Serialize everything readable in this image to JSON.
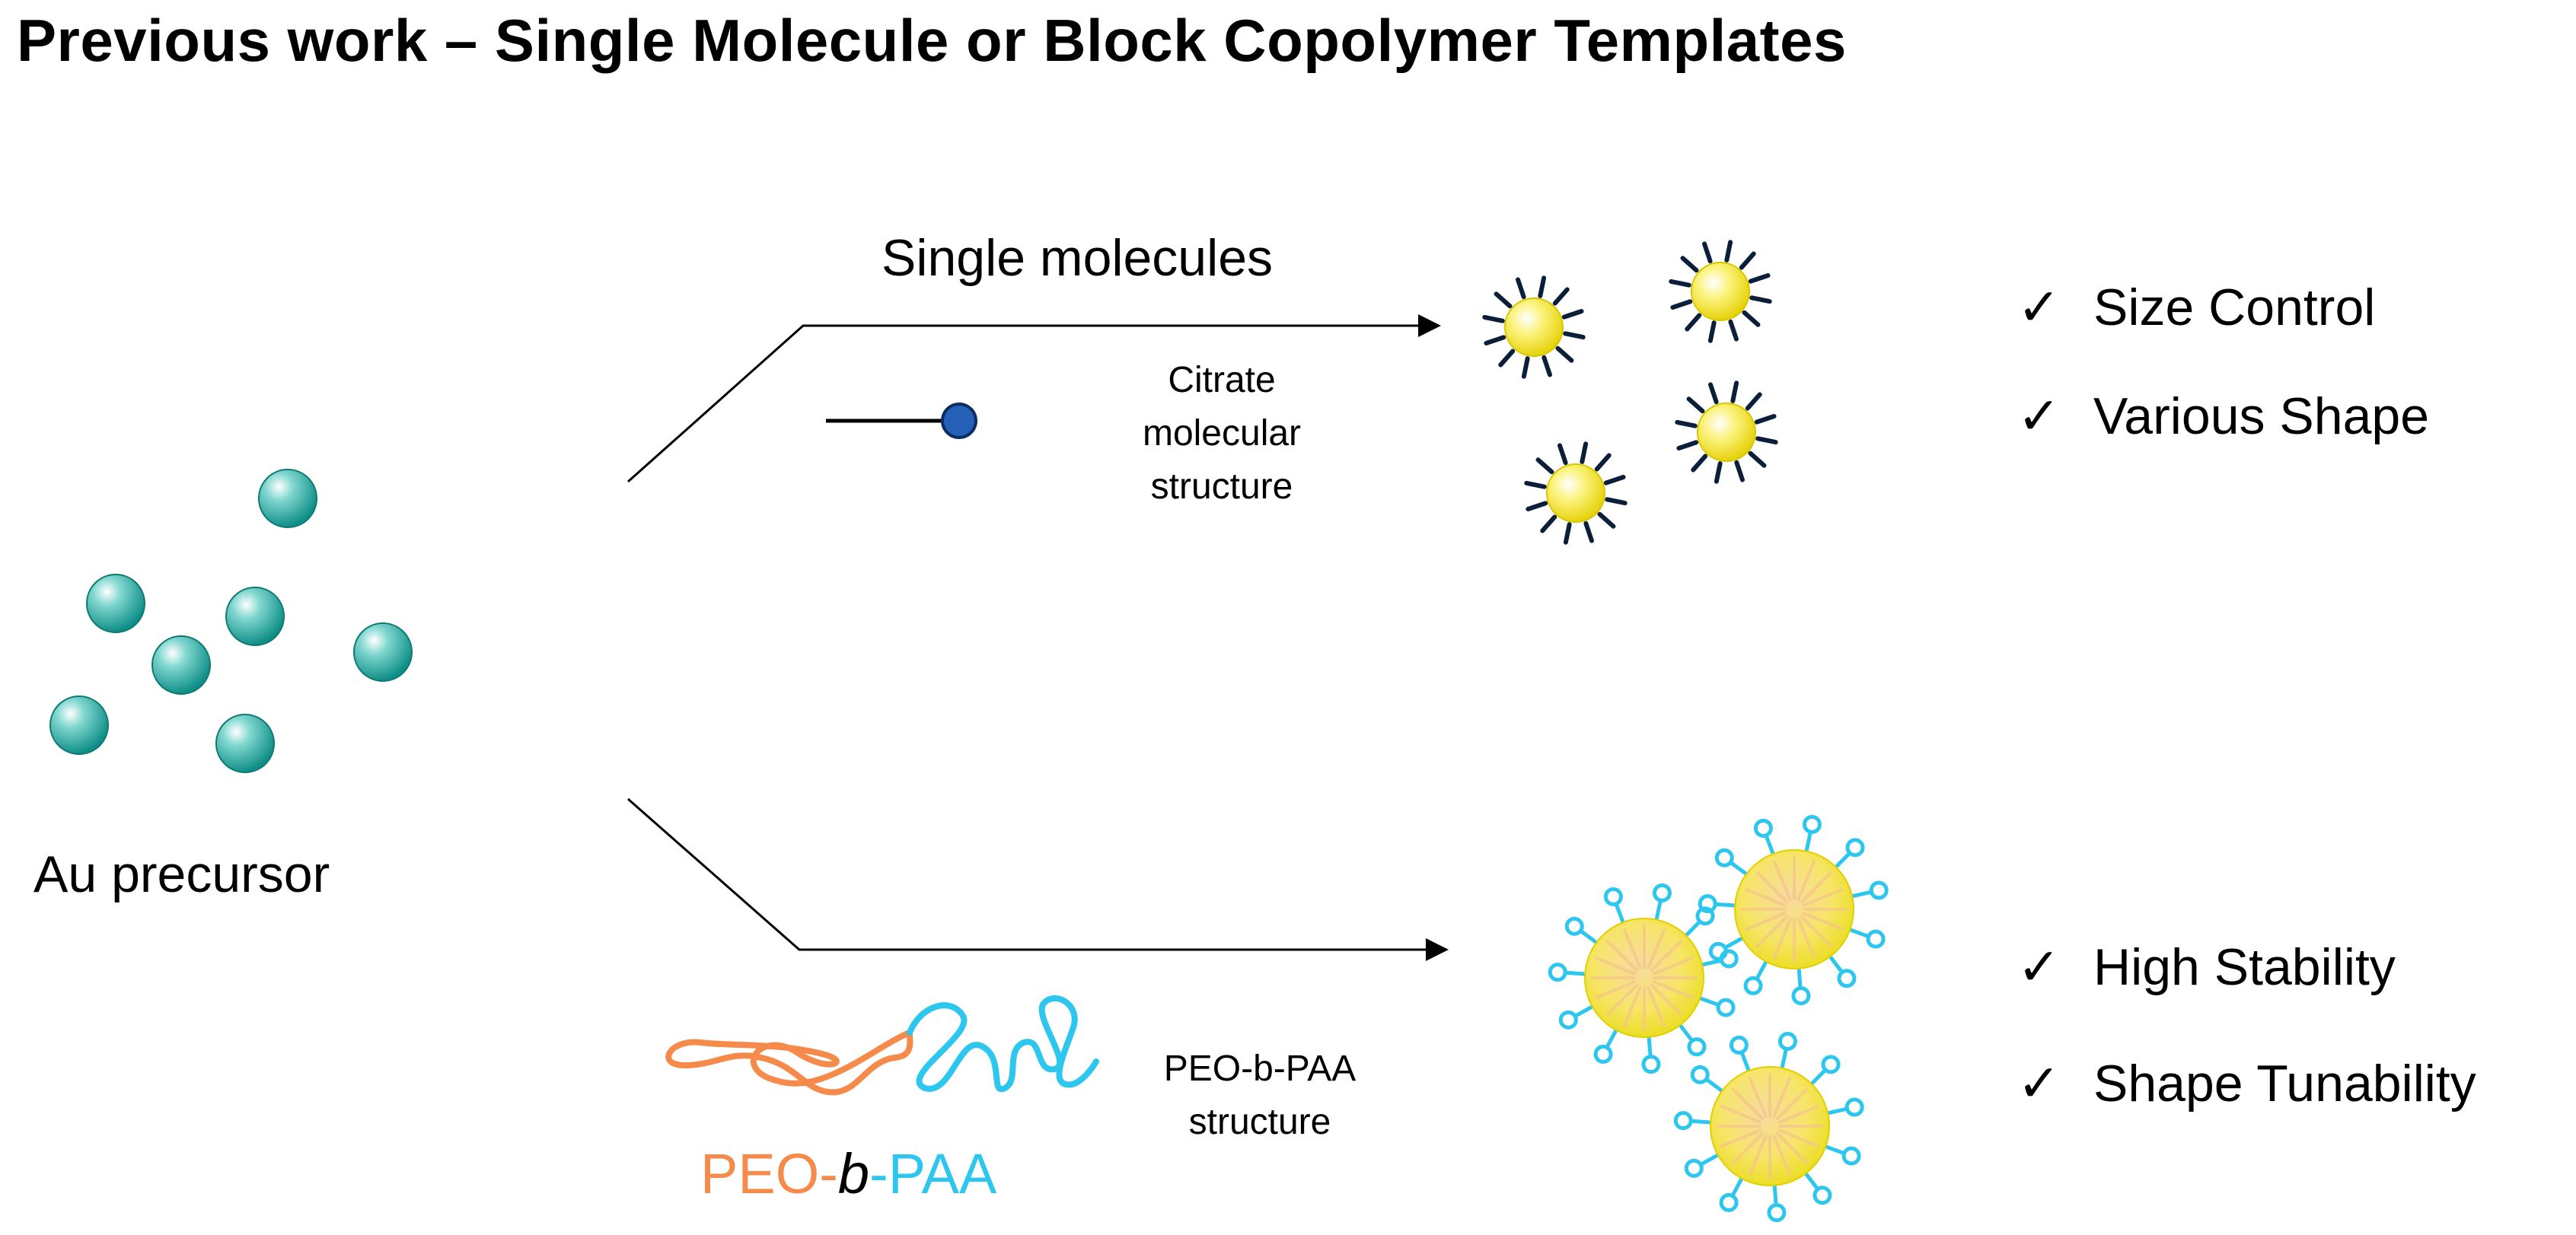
{
  "title": "Previous work – Single Molecule or Block Copolymer  Templates",
  "precursor": {
    "label": "Au precursor"
  },
  "top_route": {
    "heading": "Single molecules",
    "molecule_caption_lines": [
      "Citrate",
      "molecular",
      "structure"
    ],
    "benefits": [
      {
        "check": "✓",
        "text": "Size Control"
      },
      {
        "check": "✓",
        "text": "Various Shape"
      }
    ]
  },
  "bottom_route": {
    "polymer_label": {
      "part1": "PEO-",
      "part2": "b",
      "part3": "-PAA"
    },
    "structure_caption_lines": [
      "PEO-b-PAA",
      "structure"
    ],
    "benefits": [
      {
        "check": "✓",
        "text": "High Stability"
      },
      {
        "check": "✓",
        "text": "Shape Tunability"
      }
    ]
  },
  "colors": {
    "precursor_sphere": "#1aa39b",
    "citrate_head": "#2560b8",
    "gold_core": "#f2e21a",
    "peo": "#f58a4a",
    "paa": "#2cc6ee",
    "line": "#000000"
  }
}
